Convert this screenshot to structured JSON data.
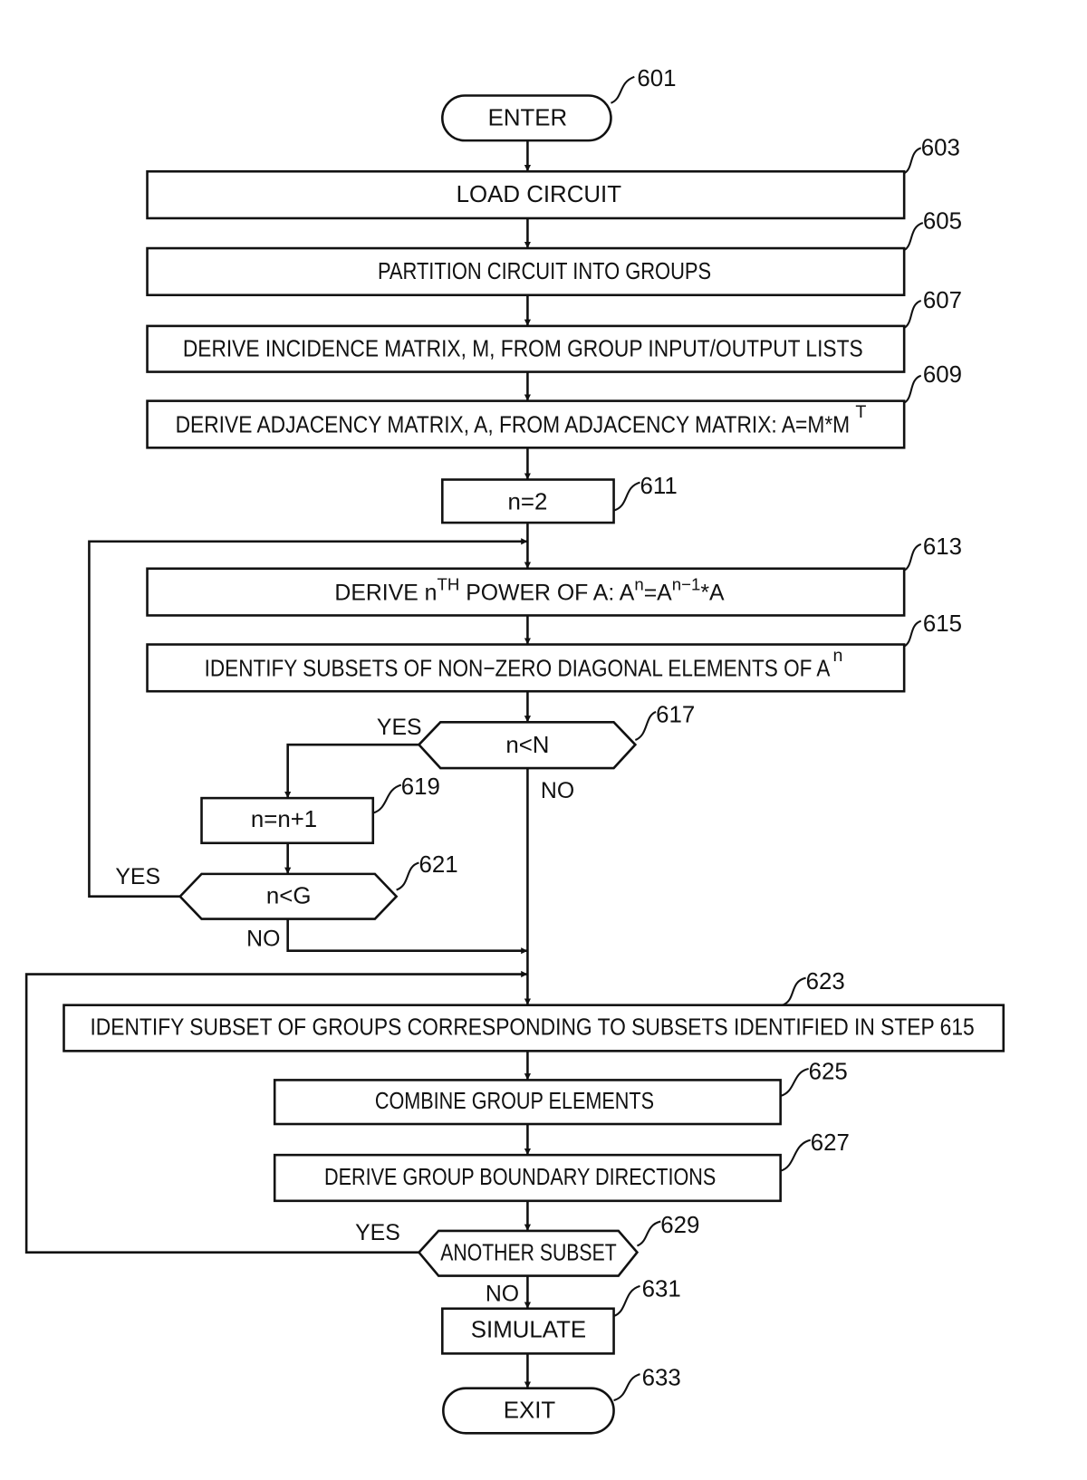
{
  "steps": {
    "s601": {
      "ref": "601",
      "text": "ENTER"
    },
    "s603": {
      "ref": "603",
      "text": "LOAD CIRCUIT"
    },
    "s605": {
      "ref": "605",
      "text": "PARTITION CIRCUIT INTO GROUPS"
    },
    "s607": {
      "ref": "607",
      "text": "DERIVE INCIDENCE MATRIX, M, FROM GROUP INPUT/OUTPUT LISTS"
    },
    "s609": {
      "ref": "609",
      "text": "DERIVE ADJACENCY MATRIX, A, FROM ADJACENCY MATRIX: A=M*M",
      "sup": "T"
    },
    "s611": {
      "ref": "611",
      "text": "n=2"
    },
    "s613": {
      "ref": "613",
      "text_a": "DERIVE n",
      "sup_a": "TH",
      "text_b": " POWER OF A: A",
      "sup_b": "n",
      "text_c": "=A",
      "sup_c": "n−1",
      "text_d": "*A"
    },
    "s615": {
      "ref": "615",
      "text": "IDENTIFY SUBSETS OF NON−ZERO DIAGONAL ELEMENTS OF A",
      "sup": "n"
    },
    "s617": {
      "ref": "617",
      "text": "n<N",
      "yes": "YES",
      "no": "NO"
    },
    "s619": {
      "ref": "619",
      "text": "n=n+1"
    },
    "s621": {
      "ref": "621",
      "text": "n<G",
      "yes": "YES",
      "no": "NO"
    },
    "s623": {
      "ref": "623",
      "text": "IDENTIFY SUBSET OF GROUPS CORRESPONDING TO SUBSETS IDENTIFIED IN STEP 615"
    },
    "s625": {
      "ref": "625",
      "text": "COMBINE GROUP ELEMENTS"
    },
    "s627": {
      "ref": "627",
      "text": "DERIVE GROUP BOUNDARY DIRECTIONS"
    },
    "s629": {
      "ref": "629",
      "text": "ANOTHER SUBSET",
      "yes": "YES",
      "no": "NO"
    },
    "s631": {
      "ref": "631",
      "text": "SIMULATE"
    },
    "s633": {
      "ref": "633",
      "text": "EXIT"
    }
  }
}
